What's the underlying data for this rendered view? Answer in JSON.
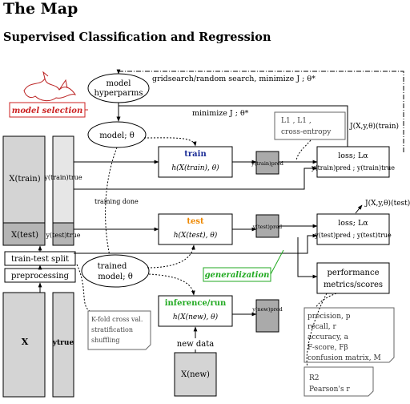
{
  "title": "The Map",
  "subtitle": "Supervised Classification and Regression",
  "colors": {
    "train": "#1a2c96",
    "test": "#ee8800",
    "inference": "#22aa22",
    "model_selection": "#cc2222",
    "data_dark": "#b5b5b5",
    "data_mid": "#d4d4d4",
    "data_light": "#e6e6e6",
    "pred_fill": "#aaaaaa"
  },
  "labels": {
    "model_hyperparms_1": "model",
    "model_hyperparms_2": "hyperparms",
    "gridsearch": "gridsearch/random search, minimize  J ;  θ*",
    "model_selection": "model selection",
    "minimize": "minimize  J ;  θ*",
    "j_train": "J(X,y,θ)(train)",
    "l_cross_1": "L1 , L1 ,",
    "l_cross_2": "cross-entropy",
    "model_theta": "model; θ",
    "train": "train",
    "h_train": "h(X(train), θ)",
    "y_pred_train": "y(train)pred",
    "loss_train_1": "loss; Lα",
    "loss_train_2": "y(train)pred ; y(train)true",
    "x_train": "X(train)",
    "y_true_train": "y(train)true",
    "training_done": "training done",
    "j_test": "J(X,y,θ)(test)",
    "test": "test",
    "h_test": "h(X(test), θ)",
    "y_pred_test": "y(test)pred",
    "loss_test_1": "loss; Lα",
    "loss_test_2": "y(test)pred ; y(test)true",
    "x_test": "X(test)",
    "y_true_test": "y(test)true",
    "train_test_split": "train-test split",
    "preprocessing": "preprocessing",
    "trained_model_1": "trained",
    "trained_model_2": "model;  θ",
    "generalization": "generalization",
    "performance_1": "performance",
    "performance_2": "metrics/scores",
    "inference_run": "inference/run",
    "h_new": "h(X(new), θ)",
    "y_pred_new": "y(new)pred",
    "new_data": "new data",
    "x_new": "X(new)",
    "x_full": "X",
    "y_true_full": "ytrue",
    "kfold_1": "K-fold cross val.",
    "kfold_2": "stratification",
    "kfold_3": "shuffling",
    "metric_1": "precision,  p",
    "metric_2": "recall,        r",
    "metric_3": "accuracy,   a",
    "metric_4": "F-score,     Fβ",
    "metric_5": "confusion matrix, M",
    "r2_1": "R2",
    "r2_2": "Pearson's r"
  }
}
